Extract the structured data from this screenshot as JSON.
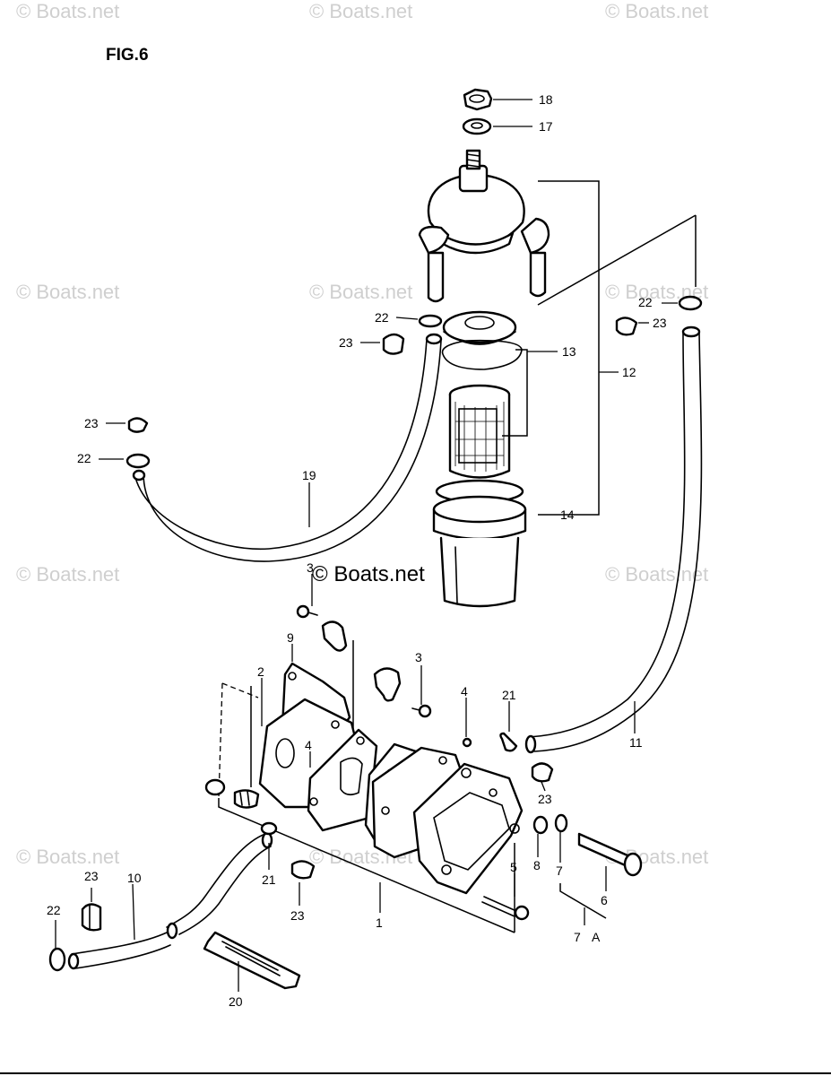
{
  "figure_label": "FIG.6",
  "watermark": "© Boats.net",
  "center_watermark": "© Boats.net",
  "part_labels": {
    "p1": "1",
    "p2": "2",
    "p3a": "3",
    "p3b": "3",
    "p4a": "4",
    "p4b": "4",
    "p5": "5",
    "p6": "6",
    "p7": "7",
    "p7a": "7",
    "pA": "A",
    "p8": "8",
    "p9": "9",
    "p10": "10",
    "p11": "11",
    "p12": "12",
    "p13": "13",
    "p14": "14",
    "p17": "17",
    "p18": "18",
    "p19": "19",
    "p20": "20",
    "p21a": "21",
    "p21b": "21",
    "p22a": "22",
    "p22b": "22",
    "p22c": "22",
    "p22d": "22",
    "p23a": "23",
    "p23b": "23",
    "p23c": "23",
    "p23d": "23",
    "p23e": "23",
    "p23f": "23"
  },
  "colors": {
    "line": "#000000",
    "watermark": "#cfcfcf",
    "background": "#ffffff"
  }
}
